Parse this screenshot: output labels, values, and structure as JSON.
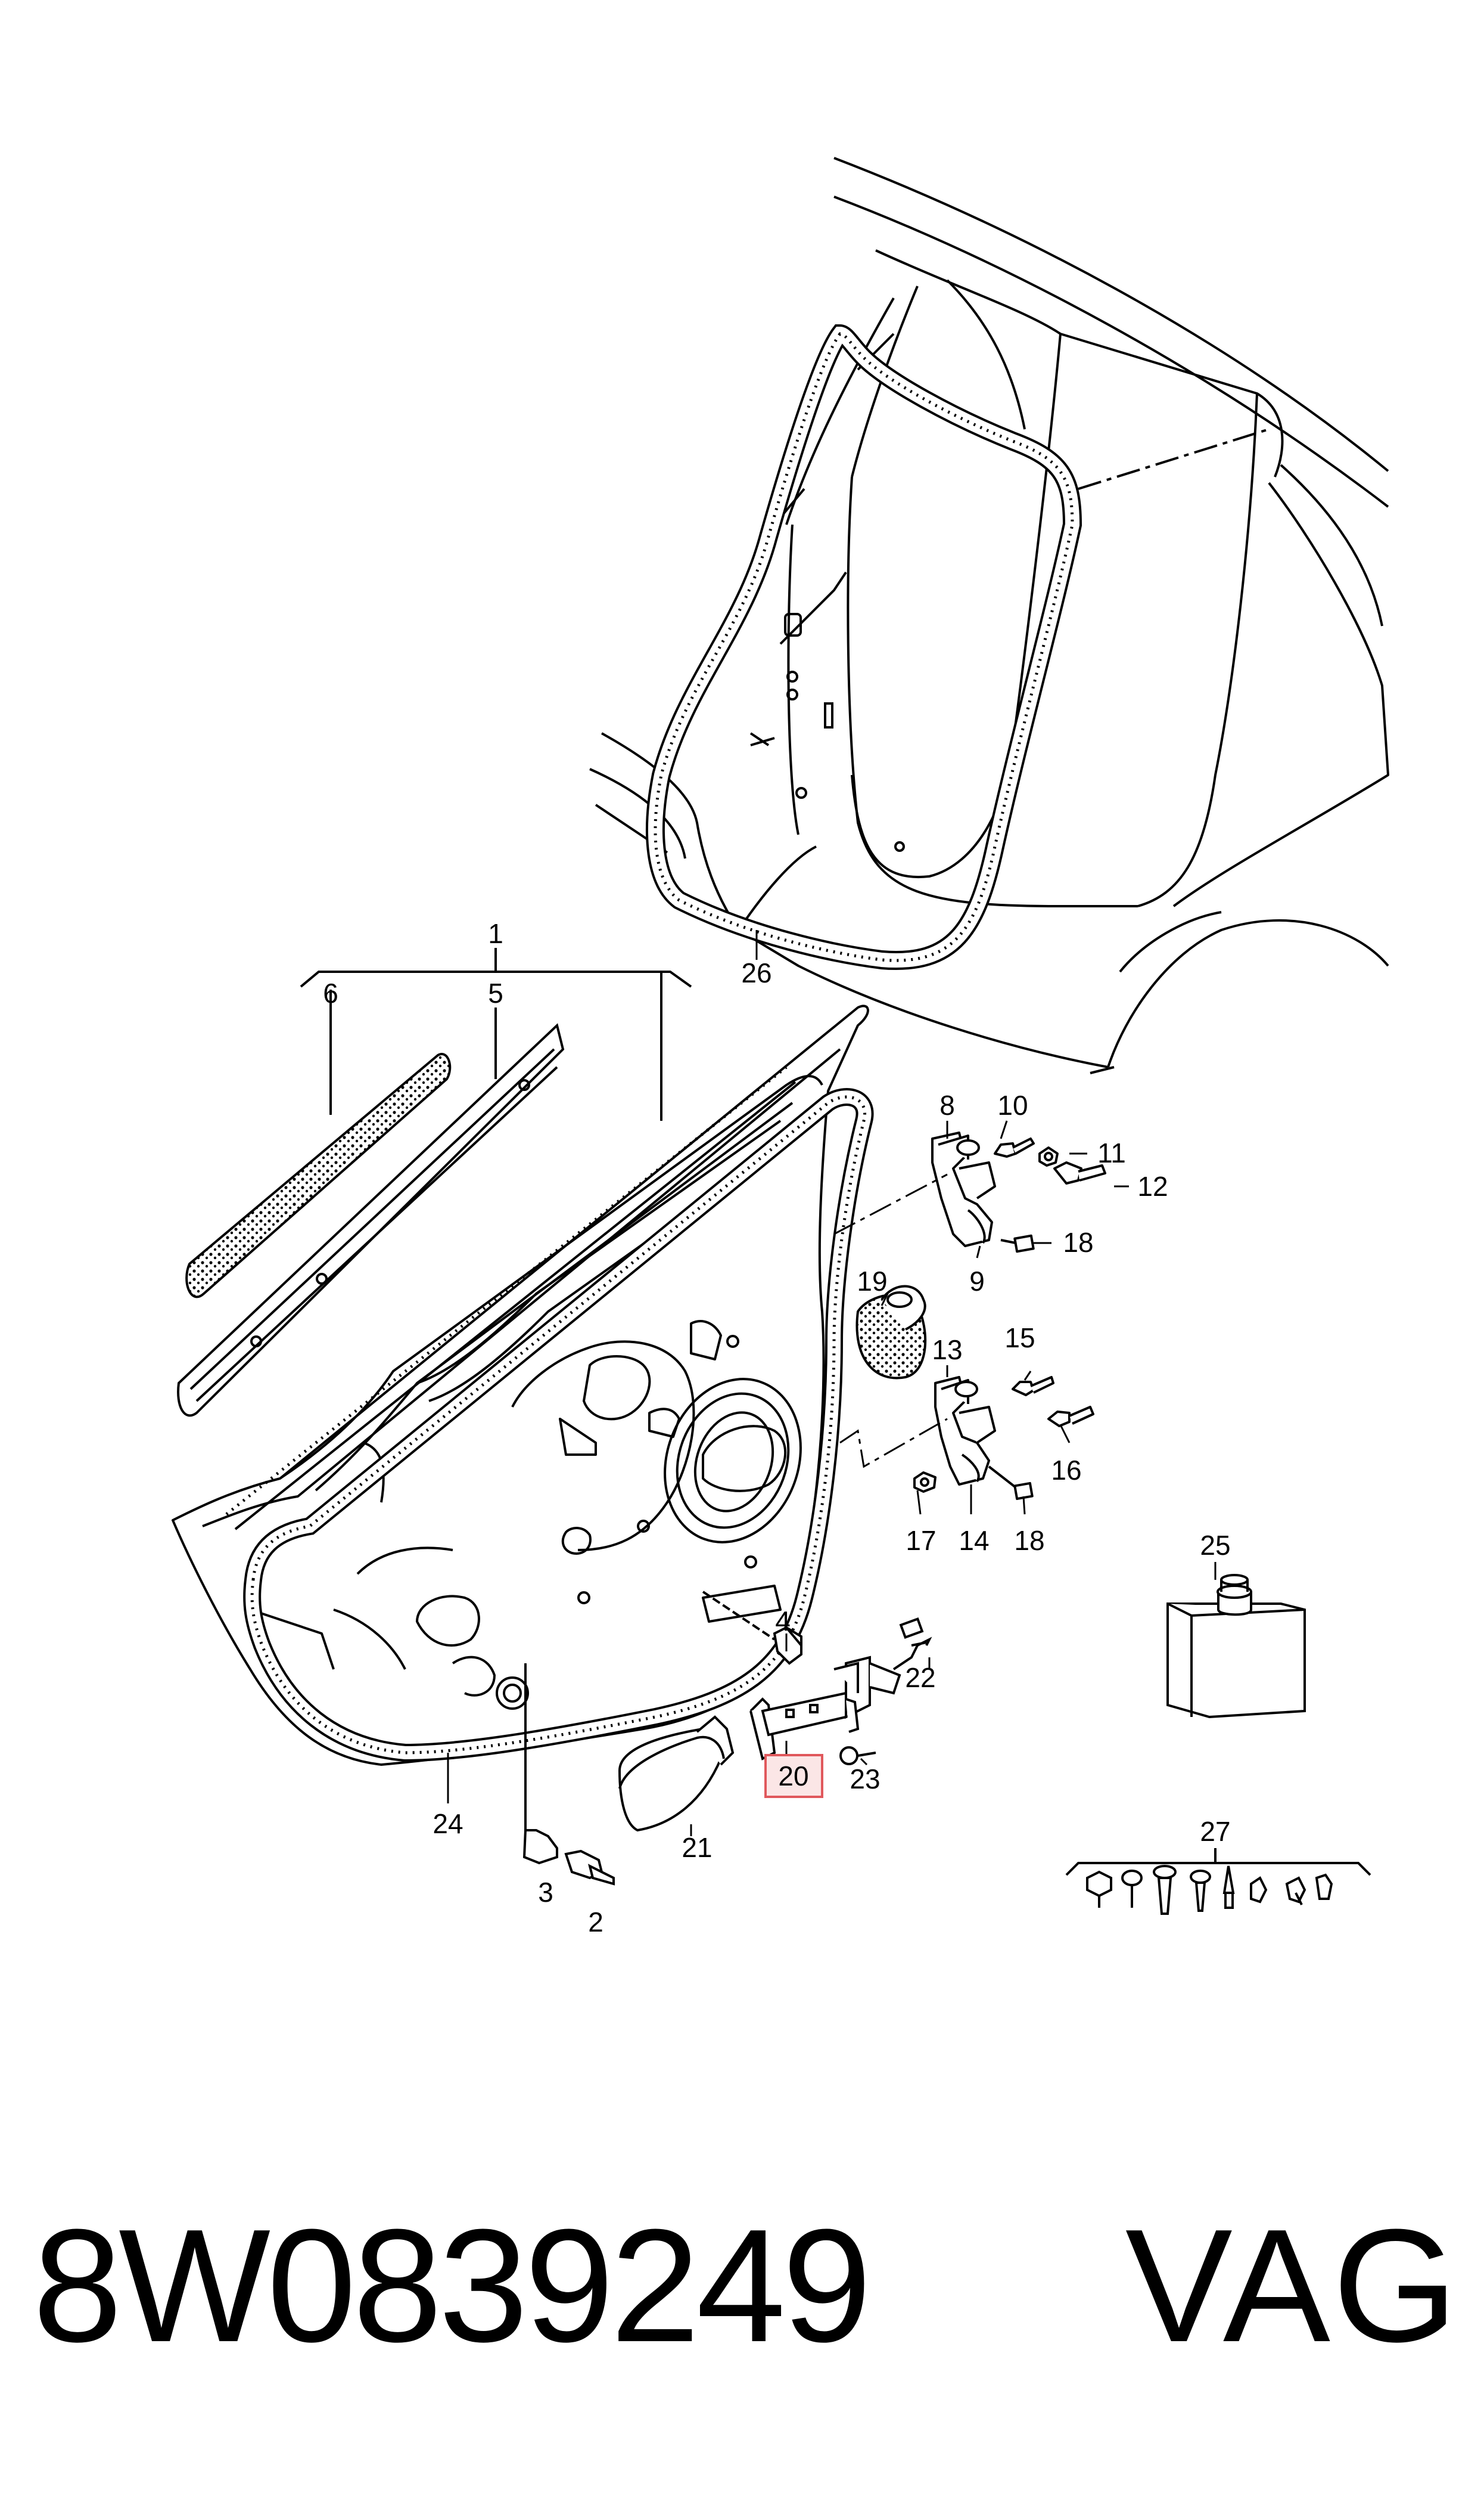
{
  "diagram": {
    "callouts": [
      {
        "id": "1",
        "text": "1"
      },
      {
        "id": "2",
        "text": "2"
      },
      {
        "id": "3",
        "text": "3"
      },
      {
        "id": "4",
        "text": "4"
      },
      {
        "id": "5",
        "text": "5"
      },
      {
        "id": "6",
        "text": "6"
      },
      {
        "id": "8",
        "text": "8"
      },
      {
        "id": "9",
        "text": "9"
      },
      {
        "id": "10",
        "text": "10"
      },
      {
        "id": "11",
        "text": "11"
      },
      {
        "id": "12",
        "text": "12"
      },
      {
        "id": "13",
        "text": "13"
      },
      {
        "id": "14",
        "text": "14"
      },
      {
        "id": "15",
        "text": "15"
      },
      {
        "id": "16",
        "text": "16"
      },
      {
        "id": "17",
        "text": "17"
      },
      {
        "id": "18a",
        "text": "18"
      },
      {
        "id": "18b",
        "text": "18"
      },
      {
        "id": "19",
        "text": "19"
      },
      {
        "id": "20",
        "text": "20"
      },
      {
        "id": "21",
        "text": "21"
      },
      {
        "id": "22",
        "text": "22"
      },
      {
        "id": "23",
        "text": "23"
      },
      {
        "id": "24",
        "text": "24"
      },
      {
        "id": "25",
        "text": "25"
      },
      {
        "id": "26",
        "text": "26"
      },
      {
        "id": "27",
        "text": "27"
      }
    ],
    "highlighted_callout": "20",
    "highlight_color": "#e0585c",
    "highlight_fill": "#fbe6e6"
  },
  "footer": {
    "part_number": "8W0839249",
    "brand": "VAG"
  }
}
